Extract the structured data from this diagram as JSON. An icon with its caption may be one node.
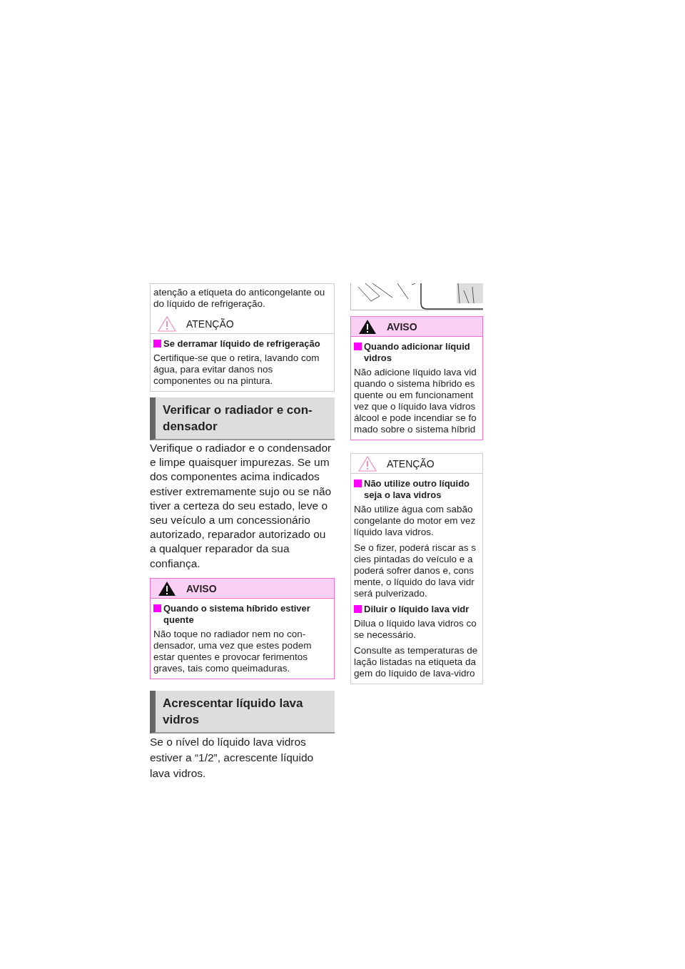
{
  "diagram": {
    "nodes": [
      {
        "text": [
          "atenção a etiqueta do anticongelante ou do líquido de refrigeração.",
          "ATENÇÃO",
          "Se derramar líquido de refrigeração",
          "Certifique-se que o retira, lavando com água, para evitar danos nos componentes ou na pintura."
        ]
      },
      {
        "text": [
          "Verificar o radiador e con-densador"
        ]
      },
      {
        "text": [
          "AVISO",
          "Quando o sistema híbrido estiver quente",
          "Não toque no radiador nem no con-densador, uma vez que estes podem estar quentes e provocar ferimentos graves, tais como queimaduras."
        ]
      },
      {
        "text": [
          "Acrescentar líquido lava vidros"
        ]
      },
      {
        "text": [],
        "shape": "picture"
      },
      {
        "text": [
          "AVISO",
          "Quando adicionar líquid vidros",
          "Não adicione líquido lava vid quando o sistema híbrido es quente ou em funcionament vez que o líquido lava vidros álcool e pode incendiar se fo mado sobre o sistema híbrid"
        ]
      },
      {
        "text": [
          "ATENÇÃO",
          "Não utilize outro líquido seja o lava vidros",
          "Não utilize água com sabão congelante do motor em vez líquido lava vidros.",
          "Se o fizer, poderá riscar as s cies pintadas do veículo e a poderá sofrer danos e, cons mente, o líquido do lava vidr será pulverizado.",
          "Diluir o líquido lava vidr",
          "Dilua o líquido lava vidros co se necessário.",
          "Consulte as temperaturas de lação listadas na etiqueta da gem do líquido de lava-vidro"
        ]
      }
    ],
    "labels": [
      "Verifique o radiador e o condensador e limpe quaisquer impurezas. Se um dos componentes acima indicados estiver extremamente sujo ou se não tiver a certeza do seu estado, leve o seu veículo a um concessionário autorizado, reparador autorizado ou a qualquer reparador da sua confiança.",
      "Se o nível do líquido lava vidros estiver a “1/2”, acrescente líquido lava vidros."
    ]
  }
}
